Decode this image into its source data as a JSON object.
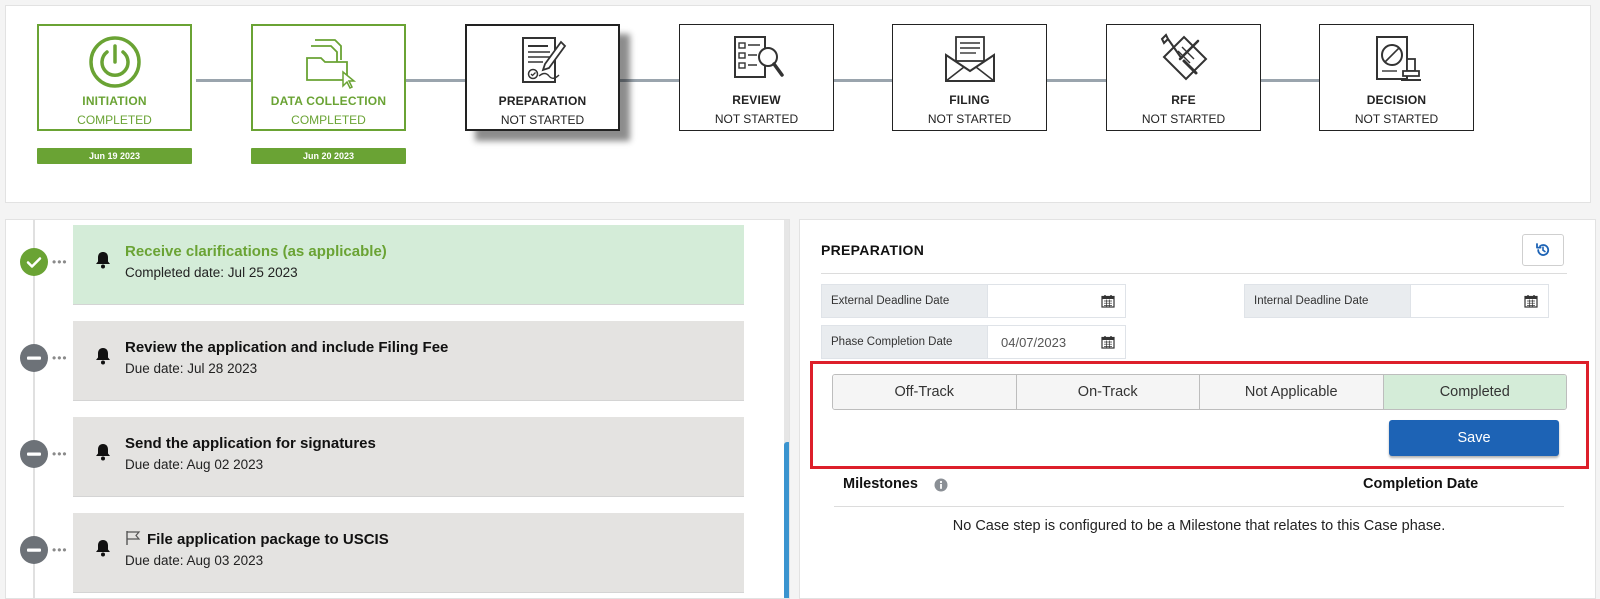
{
  "phases": [
    {
      "title": "INITIATION",
      "status": "COMPLETED",
      "state": "done",
      "date": "Jun 19 2023",
      "icon": "power-icon"
    },
    {
      "title": "DATA COLLECTION",
      "status": "COMPLETED",
      "state": "done",
      "date": "Jun 20 2023",
      "icon": "folder-cursor-icon"
    },
    {
      "title": "PREPARATION",
      "status": "NOT STARTED",
      "state": "active",
      "date": "",
      "icon": "document-pen-icon"
    },
    {
      "title": "REVIEW",
      "status": "NOT STARTED",
      "state": "todo",
      "date": "",
      "icon": "checklist-magnifier-icon"
    },
    {
      "title": "FILING",
      "status": "NOT STARTED",
      "state": "todo",
      "date": "",
      "icon": "envelope-letter-icon"
    },
    {
      "title": "RFE",
      "status": "NOT STARTED",
      "state": "todo",
      "date": "",
      "icon": "tools-document-icon"
    },
    {
      "title": "DECISION",
      "status": "NOT STARTED",
      "state": "todo",
      "date": "",
      "icon": "stamp-document-icon"
    }
  ],
  "steps": [
    {
      "title": "Receive clarifications (as applicable)",
      "date": "Completed date: Jul 25 2023",
      "state": "done",
      "flag": false
    },
    {
      "title": "Review the application and include Filing Fee",
      "date": "Due date: Jul 28 2023",
      "state": "pending",
      "flag": false
    },
    {
      "title": "Send the application for signatures",
      "date": "Due date: Aug 02 2023",
      "state": "pending",
      "flag": false
    },
    {
      "title": "File application package to USCIS",
      "date": "Due date: Aug 03 2023",
      "state": "pending",
      "flag": true
    }
  ],
  "detail": {
    "title": "PREPARATION",
    "external_deadline": {
      "label": "External Deadline Date",
      "value": ""
    },
    "internal_deadline": {
      "label": "Internal Deadline Date",
      "value": ""
    },
    "phase_completion": {
      "label": "Phase Completion Date",
      "value": "04/07/2023"
    },
    "status_options": [
      "Off-Track",
      "On-Track",
      "Not Applicable",
      "Completed"
    ],
    "selected_status": "Completed",
    "save_label": "Save",
    "milestones_header": "Milestones",
    "completion_date_header": "Completion Date",
    "milestones_empty": "No Case step is configured to be a Milestone that relates to this Case phase."
  },
  "colors": {
    "done_green": "#6aa334",
    "done_bg": "#d4ecd8",
    "pending_bg": "#e4e3e1",
    "primary_blue": "#1d63b5",
    "highlight_red": "#dd1f2a",
    "scroll_blue": "#3a94cf"
  }
}
